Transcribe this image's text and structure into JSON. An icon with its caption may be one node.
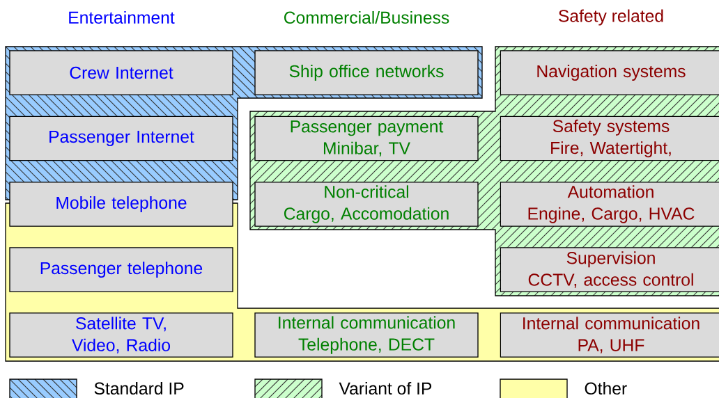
{
  "diagram": {
    "nodes": [
      {
        "text": [
          "Crew Internet"
        ]
      },
      {
        "text": [
          "Ship office networks"
        ]
      },
      {
        "text": [
          "Navigation systems"
        ]
      },
      {
        "text": [
          "Passenger Internet"
        ]
      },
      {
        "text": [
          "Passenger payment",
          "Minibar, TV"
        ]
      },
      {
        "text": [
          "Safety systems",
          "Fire, Watertight,"
        ]
      },
      {
        "text": [
          "Mobile telephone"
        ]
      },
      {
        "text": [
          "Non-critical",
          "Cargo, Accomodation"
        ]
      },
      {
        "text": [
          "Automation",
          "Engine, Cargo, HVAC"
        ]
      },
      {
        "text": [
          "Passenger telephone"
        ]
      },
      {
        "text": [
          "Supervision",
          "CCTV, access control"
        ]
      },
      {
        "text": [
          "Satellite TV, Video, Radio"
        ]
      },
      {
        "text": [
          "Internal communication",
          "Telephone, DECT"
        ]
      },
      {
        "text": [
          "Internal communication",
          "PA, UHF"
        ]
      }
    ],
    "labels": [
      "Entertainment",
      "Commercial/Business",
      "Safety related"
    ],
    "legend": [
      {
        "text": "Standard IP"
      },
      {
        "text": "Variant of IP"
      },
      {
        "text": "Other",
        "color": "#ffffa8"
      }
    ]
  }
}
